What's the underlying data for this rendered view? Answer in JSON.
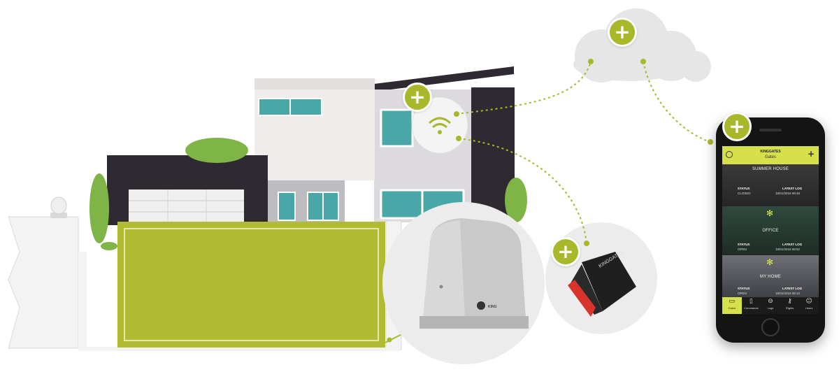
{
  "hotspots": {
    "cloud": "+",
    "wifi": "+",
    "receiver": "+",
    "phone": "+"
  },
  "motor": {
    "brand": "KING"
  },
  "receiver": {
    "brand": "KINGGATES"
  },
  "app": {
    "brand": "KINGGATES",
    "title": "Gates",
    "add_icon": "+",
    "gates": [
      {
        "name": "SUMMER HOUSE",
        "status_label": "STATUS",
        "status": "CLOSED",
        "log_label": "LATEST LOG",
        "log": "15/01/2016 08:48"
      },
      {
        "name": "OFFICE",
        "status_label": "STATUS",
        "status": "OPEN",
        "log_label": "LATEST LOG",
        "log": "15/01/2016 08:52"
      },
      {
        "name": "MY HOME",
        "status_label": "STATUS",
        "status": "OPEN",
        "log_label": "LATEST LOG",
        "log": "15/01/2016 08:12"
      }
    ],
    "tabs": [
      {
        "label": "Gates",
        "icon": "gates-icon",
        "active": true
      },
      {
        "label": "Commands",
        "icon": "remote-icon",
        "active": false
      },
      {
        "label": "Logs",
        "icon": "logs-icon",
        "active": false
      },
      {
        "label": "Rights",
        "icon": "key-icon",
        "active": false
      },
      {
        "label": "Users",
        "icon": "users-icon",
        "active": false
      }
    ]
  },
  "colors": {
    "accent": "#a9b82a",
    "gate": "#b2bb34",
    "app_header": "#d6e04a",
    "dark_wall": "#2e2a30",
    "window": "#4aa7a7",
    "tree": "#7fb446"
  }
}
